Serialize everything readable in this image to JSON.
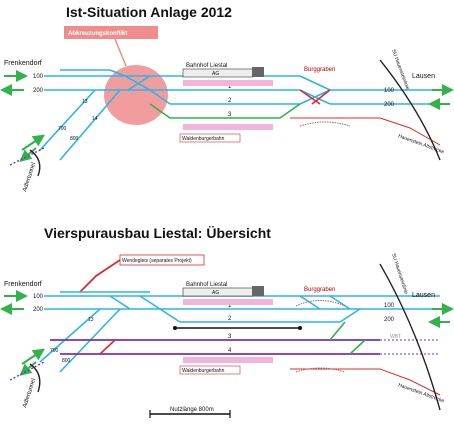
{
  "top": {
    "title": "Ist-Situation Anlage 2012",
    "conflict_label": "Abkreuzungskonflikt",
    "left_station": "Frenkendorf",
    "right_station": "Lausen",
    "station": "Bahnhof Liestal",
    "station_building": "AG",
    "bridge": "Burggraben",
    "branch": "Waldenburgerbahn",
    "tunnel": "Adlertunnel",
    "hauenstein": "SU Hauensteinlinie",
    "old_line": "Hauenstein Altstrecke",
    "tracks": {
      "left_100": "100",
      "left_200": "200",
      "t1": "1",
      "t2": "2",
      "t3": "3",
      "right_100": "100",
      "right_200": "200",
      "t13": "13",
      "t14": "14",
      "t700": "700",
      "t800": "800"
    }
  },
  "bottom": {
    "title": "Vierspurausbau Liestal: Übersicht",
    "wendegleis": "Wendegleis (separates Projekt)",
    "left_station": "Frenkendorf",
    "right_station": "Lausen",
    "station": "Bahnhof Liestal",
    "station_building": "AG",
    "bridge": "Burggraben",
    "branch": "Waldenburgerbahn",
    "tunnel": "Adlertunnel",
    "hauenstein": "SU Hauensteinlinie",
    "old_line": "Hauenstein Altstrecke",
    "wbt": "WBT",
    "scale": "Nutzlänge 800m",
    "tracks": {
      "left_100": "100",
      "left_200": "200",
      "t1": "1",
      "t2": "2",
      "t3": "3",
      "t4": "4",
      "right_100": "100",
      "right_200": "200",
      "t13": "13",
      "t700": "700",
      "t800": "800"
    }
  },
  "colors": {
    "track": "#2bb5e8",
    "green": "#2fb34a",
    "red": "#e02a2a",
    "purple": "#7a2fb5",
    "pink": "#f2b4d8",
    "conflict": "#f08c8c",
    "dark": "#222222"
  }
}
